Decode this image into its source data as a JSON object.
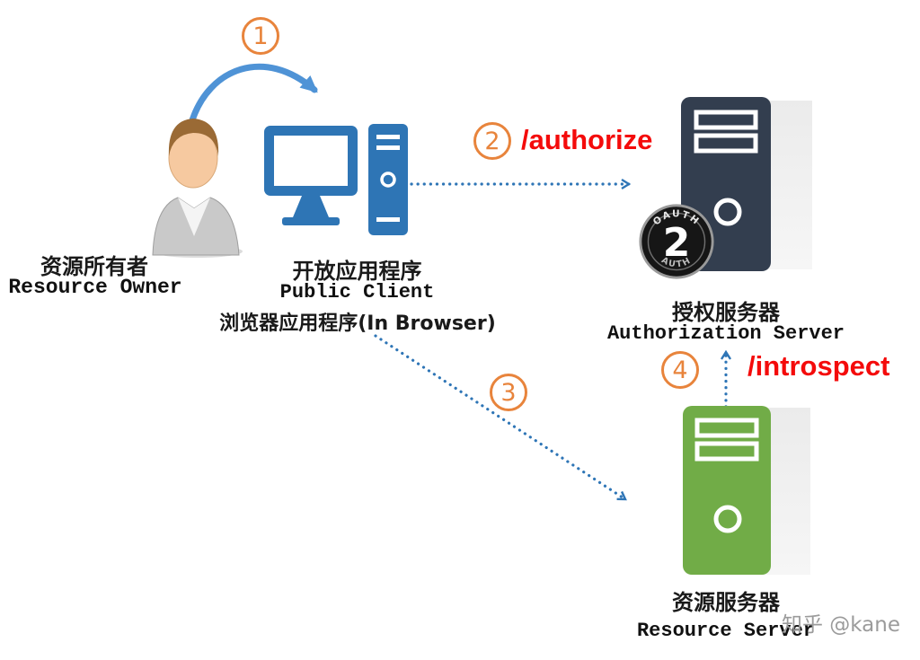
{
  "steps": [
    {
      "n": "1"
    },
    {
      "n": "2"
    },
    {
      "n": "3"
    },
    {
      "n": "4"
    }
  ],
  "endpoints": {
    "authorize": "/authorize",
    "introspect": "/introspect"
  },
  "nodes": {
    "resource_owner": {
      "title_zh": "资源所有者",
      "title_en": "Resource Owner"
    },
    "public_client": {
      "title_zh": "开放应用程序",
      "title_en": "Public Client",
      "subtitle_zh": "浏览器应用程序(In Browser)"
    },
    "authorization_server": {
      "title_zh": "授权服务器",
      "title_en": "Authorization Server",
      "badge": {
        "number": "2",
        "arc_top": "OAUTH",
        "arc_bottom": "AUTH"
      }
    },
    "resource_server": {
      "title_zh": "资源服务器",
      "title_en": "Resource Server"
    }
  },
  "watermark": "知乎 @kane",
  "colors": {
    "accent_orange": "#e8843c",
    "endpoint_red": "#f40b0b",
    "arrow_blue": "#2e75b6",
    "client_blue": "#2e75b5",
    "auth_server_dark": "#333e4f",
    "resource_server_green": "#71ac47"
  }
}
